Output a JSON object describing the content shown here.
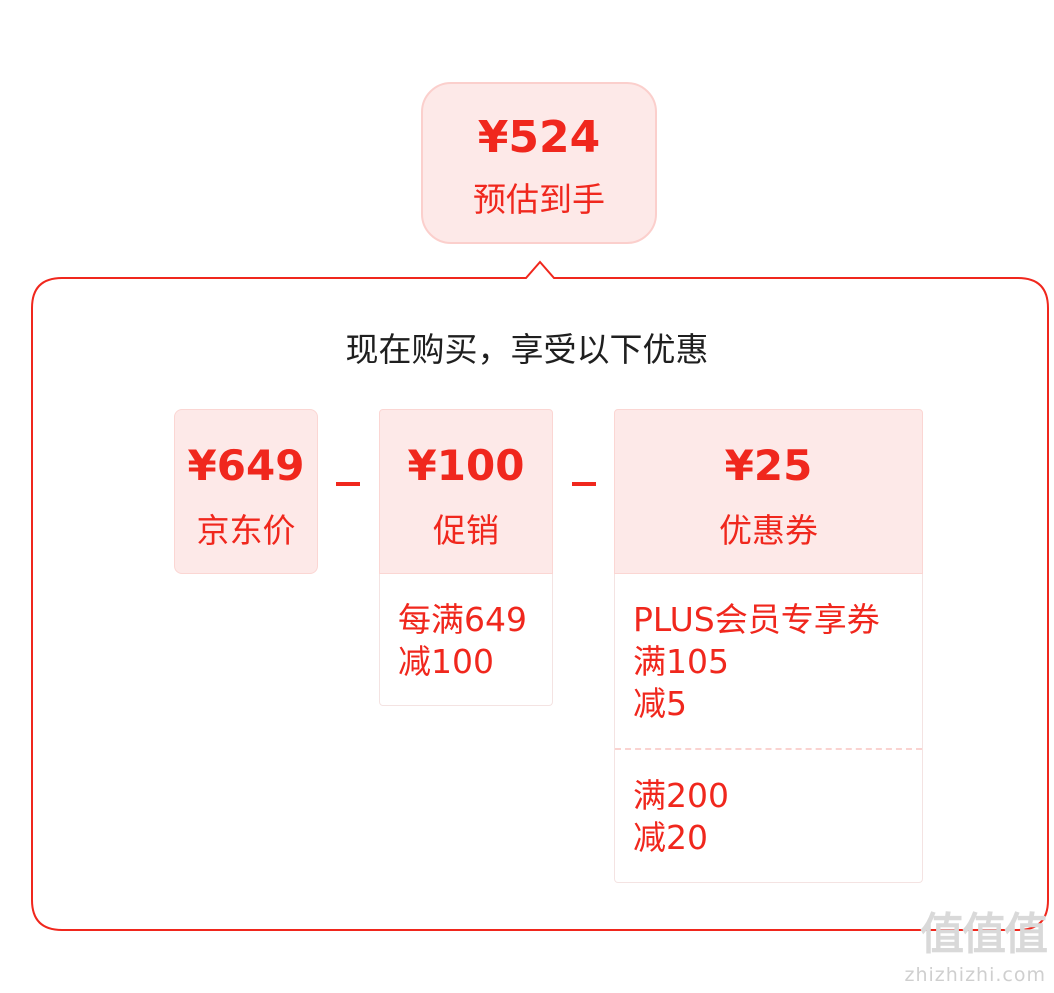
{
  "estimate": {
    "price": "¥524",
    "label": "预估到手"
  },
  "headline": "现在购买，享受以下优惠",
  "price_breakdown": {
    "jd_price": {
      "amount": "¥649",
      "caption": "京东价"
    },
    "operator_1": "−",
    "promotion": {
      "amount": "¥100",
      "caption": "促销",
      "details": [
        "每满649",
        "减100"
      ]
    },
    "operator_2": "−",
    "coupon": {
      "amount": "¥25",
      "caption": "优惠券",
      "details_1": [
        "PLUS会员专享券",
        "满105",
        "减5"
      ],
      "details_2": [
        "满200",
        "减20"
      ]
    }
  },
  "watermark": {
    "logo": "值值值",
    "site": "zhizhizhi.com"
  },
  "colors": {
    "accent": "#f0271d",
    "box_bg": "#fde9e8",
    "text_dark": "#1f1f1f"
  }
}
